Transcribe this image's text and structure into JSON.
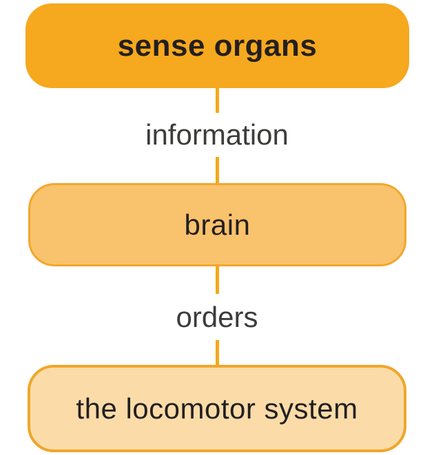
{
  "diagram": {
    "type": "flow-diagram",
    "direction": "top-down",
    "nodes": [
      {
        "label": "sense organs",
        "fill": "#F6A81E",
        "border_color": "#F6A81E",
        "emphasis": "bold"
      },
      {
        "label": "brain",
        "fill": "#F9C26C",
        "border_color": "#F2A72B",
        "emphasis": "regular"
      },
      {
        "label": "the locomotor system",
        "fill": "#FBDCA8",
        "border_color": "#F0A62B",
        "emphasis": "regular"
      }
    ],
    "edges": [
      {
        "from": "sense organs",
        "to": "brain",
        "label": "information"
      },
      {
        "from": "brain",
        "to": "the locomotor system",
        "label": "orders"
      }
    ],
    "colors": {
      "connector": "#F5A81C",
      "node_text": "#231F20",
      "edge_label_text": "#3C3C3B",
      "background": "#FFFFFF"
    }
  }
}
